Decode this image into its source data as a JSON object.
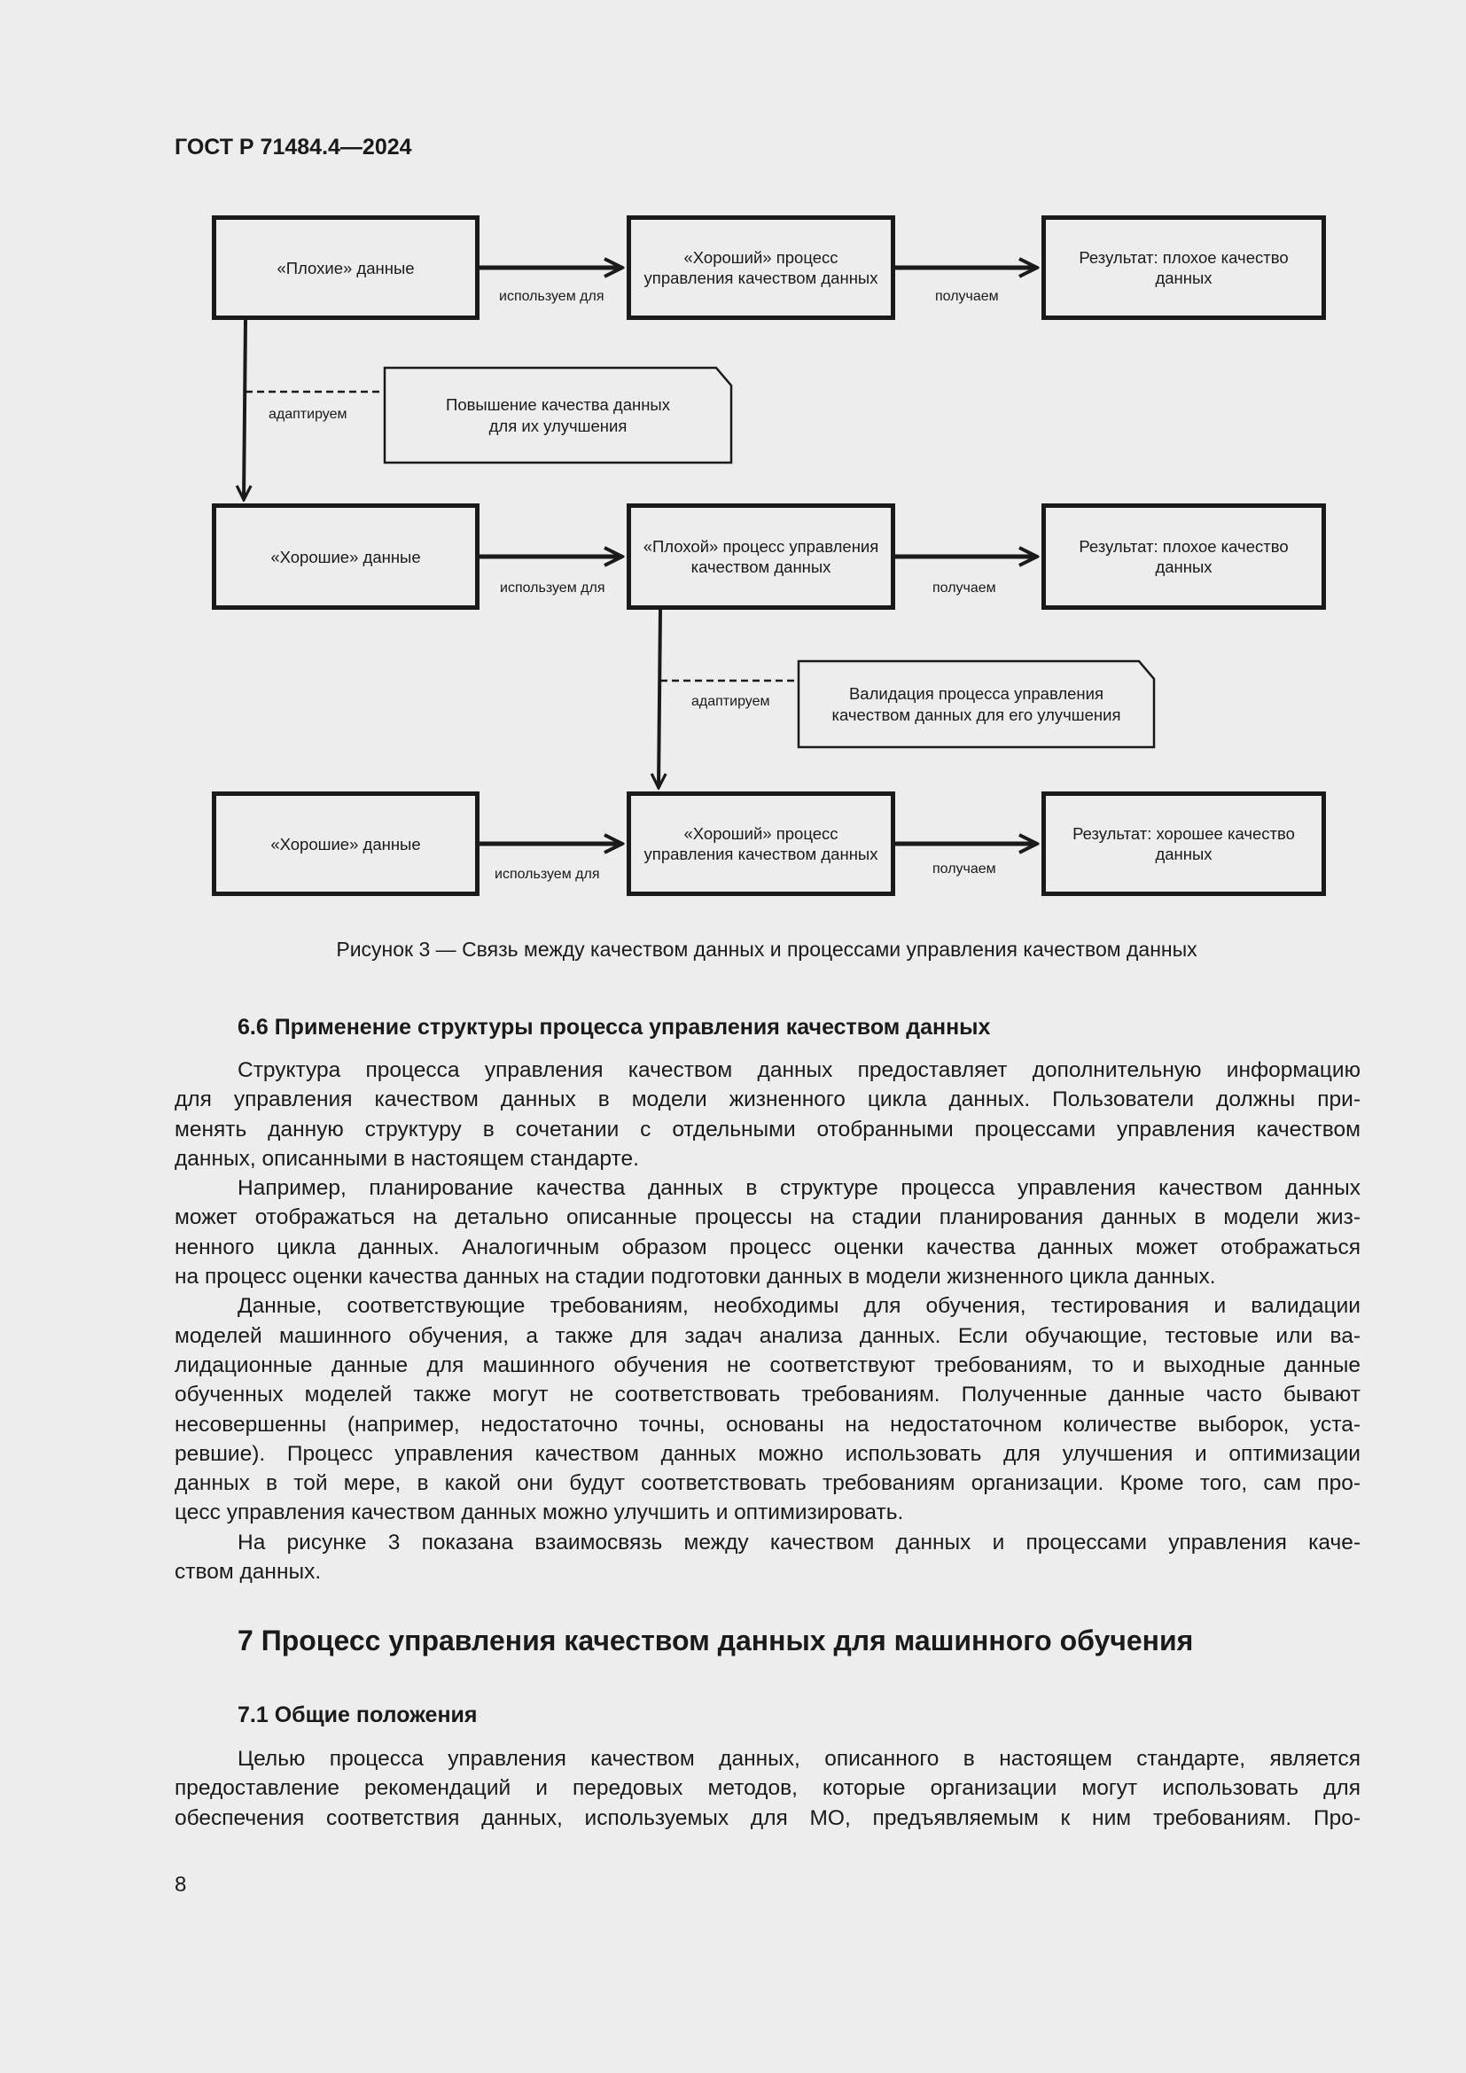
{
  "header": {
    "doc_id": "ГОСТ Р 71484.4—2024"
  },
  "figure": {
    "rows": [
      {
        "data": "«Плохие» данные",
        "process": "«Хороший» процесс управления качеством данных",
        "result": "Результат: плохое качество данных",
        "use_label": "используем для",
        "get_label": "получаем"
      },
      {
        "data": "«Хорошие» данные",
        "process": "«Плохой» процесс управления качеством данных",
        "result": "Результат: плохое качество данных",
        "use_label": "используем для",
        "get_label": "получаем"
      },
      {
        "data": "«Хорошие» данные",
        "process": "«Хороший» процесс управления качеством данных",
        "result": "Результат: хорошее качество данных",
        "use_label": "используем для",
        "get_label": "получаем"
      }
    ],
    "notes": [
      {
        "text": "Повышение качества данных\nдля их улучшения",
        "label": "адаптируем"
      },
      {
        "text": "Валидация процесса управления\nкачеством данных для его улучшения",
        "label": "адаптируем"
      }
    ],
    "caption": "Рисунок 3 — Связь между качеством данных и процессами управления качеством данных"
  },
  "section_6_6": {
    "heading": "6.6 Применение структуры процесса управления качеством данных",
    "paragraphs": [
      [
        "Структура процесса управления качеством данных предоставляет дополнительную информацию",
        "для управления качеством данных в модели жизненного цикла данных. Пользователи должны при-",
        "менять данную структуру в сочетании с отдельными отобранными процессами управления качеством",
        "данных, описанными в настоящем стандарте."
      ],
      [
        "Например, планирование качества данных в структуре процесса управления качеством данных",
        "может отображаться на детально описанные процессы на стадии планирования данных в модели жиз-",
        "ненного цикла данных. Аналогичным образом процесс оценки качества данных может отображаться",
        "на процесс оценки качества данных на стадии подготовки данных в модели жизненного цикла данных."
      ],
      [
        "Данные, соответствующие требованиям, необходимы для обучения, тестирования и валидации",
        "моделей машинного обучения, а также для задач анализа данных. Если обучающие, тестовые или ва-",
        "лидационные данные для машинного обучения не соответствуют требованиям, то и выходные данные",
        "обученных моделей также могут не соответствовать требованиям. Полученные данные часто бывают",
        "несовершенны (например, недостаточно точны, основаны на недостаточном количестве выборок, уста-",
        "ревшие). Процесс управления качеством данных можно использовать для улучшения и оптимизации",
        "данных в той мере, в какой они будут соответствовать требованиям организации. Кроме того, сам про-",
        "цесс управления качеством данных можно улучшить и оптимизировать."
      ],
      [
        "На рисунке 3 показана взаимосвязь между качеством данных и процессами управления каче-",
        "ством данных."
      ]
    ]
  },
  "section_7": {
    "heading": "7 Процесс управления качеством данных для машинного обучения"
  },
  "section_7_1": {
    "heading": "7.1 Общие положения",
    "paragraphs": [
      [
        "Целью процесса управления качеством данных, описанного в настоящем стандарте, является",
        "предоставление рекомендаций и передовых методов, которые организации могут использовать для",
        "обеспечения соответствия данных, используемых для МО, предъявляемым к ним требованиям. Про-"
      ]
    ]
  },
  "page_number": "8"
}
